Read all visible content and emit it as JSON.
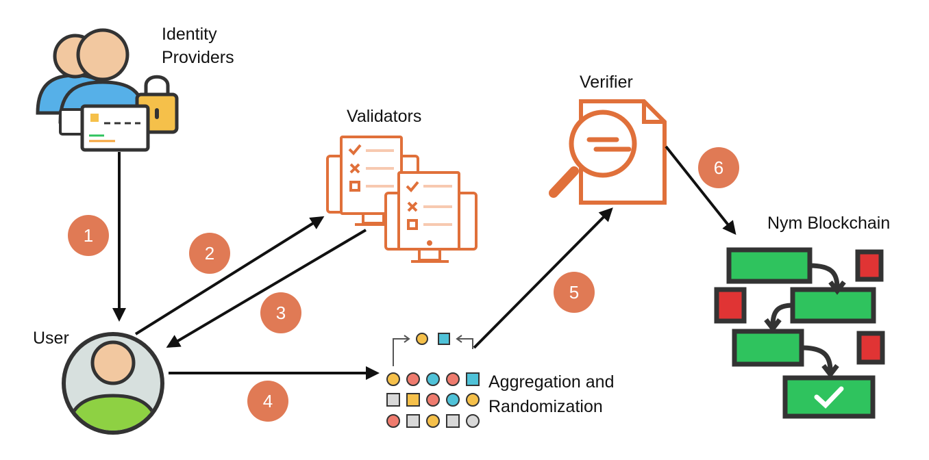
{
  "labels": {
    "identity_line1": "Identity",
    "identity_line2": "Providers",
    "validators": "Validators",
    "verifier": "Verifier",
    "blockchain": "Nym Blockchain",
    "user": "User",
    "aggregation_line1": "Aggregation and",
    "aggregation_line2": "Randomization"
  },
  "steps": [
    "1",
    "2",
    "3",
    "4",
    "5",
    "6"
  ],
  "icons": {
    "identity": "identity-providers-icon",
    "validators": "validators-icon",
    "verifier": "verifier-icon",
    "user": "user-icon",
    "aggregation": "aggregation-icon",
    "blockchain": "blockchain-icon"
  },
  "colors": {
    "step_badge": "#e07a55",
    "accent_orange": "#e0703a",
    "arrow": "#111111",
    "block_green": "#2fc35e",
    "block_red": "#e03434",
    "block_border": "#333333",
    "user_green": "#8ed143",
    "person_blue": "#56b0e8",
    "lock_yellow": "#f5c04a"
  }
}
